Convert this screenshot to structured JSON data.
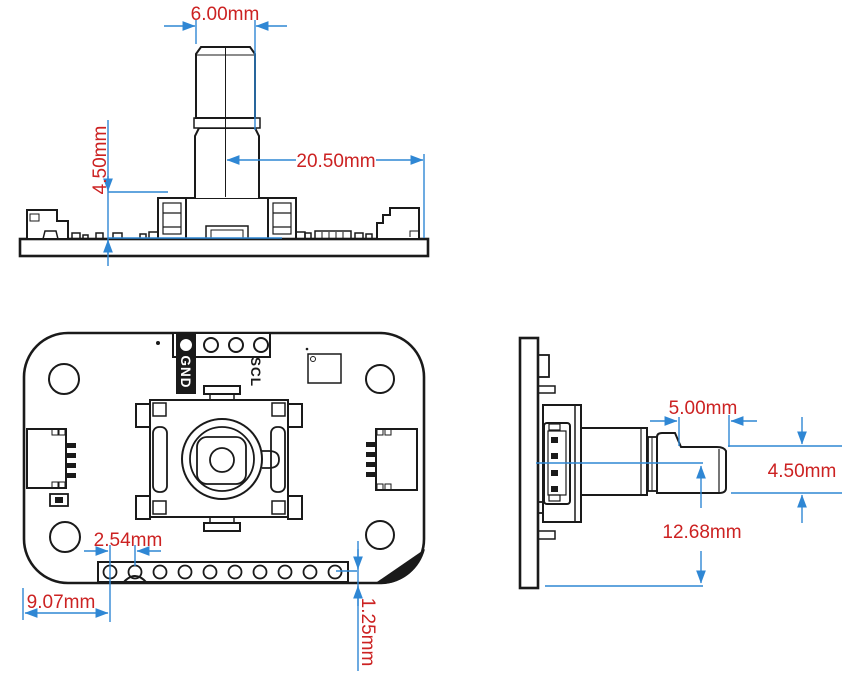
{
  "colors": {
    "dimension_text": "#cc2222",
    "dimension_line": "#2f87d4",
    "drawing_line": "#1a1a1a",
    "background": "#ffffff"
  },
  "views": {
    "top": {
      "title": "top-elevation-view",
      "dimensions": {
        "shaft_diameter": "6.00mm",
        "body_height": "4.50mm",
        "shaft_to_board_edge": "20.50mm"
      }
    },
    "front": {
      "title": "pcb-front-view",
      "silkscreen": {
        "gnd": "GND",
        "scl": "SCL"
      },
      "dimensions": {
        "hole_pitch": "2.54mm",
        "edge_to_first_hole": "9.07mm",
        "hole_row_to_edge": "1.25mm"
      }
    },
    "side": {
      "title": "side-profile-view",
      "dimensions": {
        "shaft_flat_length": "5.00mm",
        "shaft_flat_height": "4.50mm",
        "center_to_board_bottom": "12.68mm"
      }
    }
  }
}
